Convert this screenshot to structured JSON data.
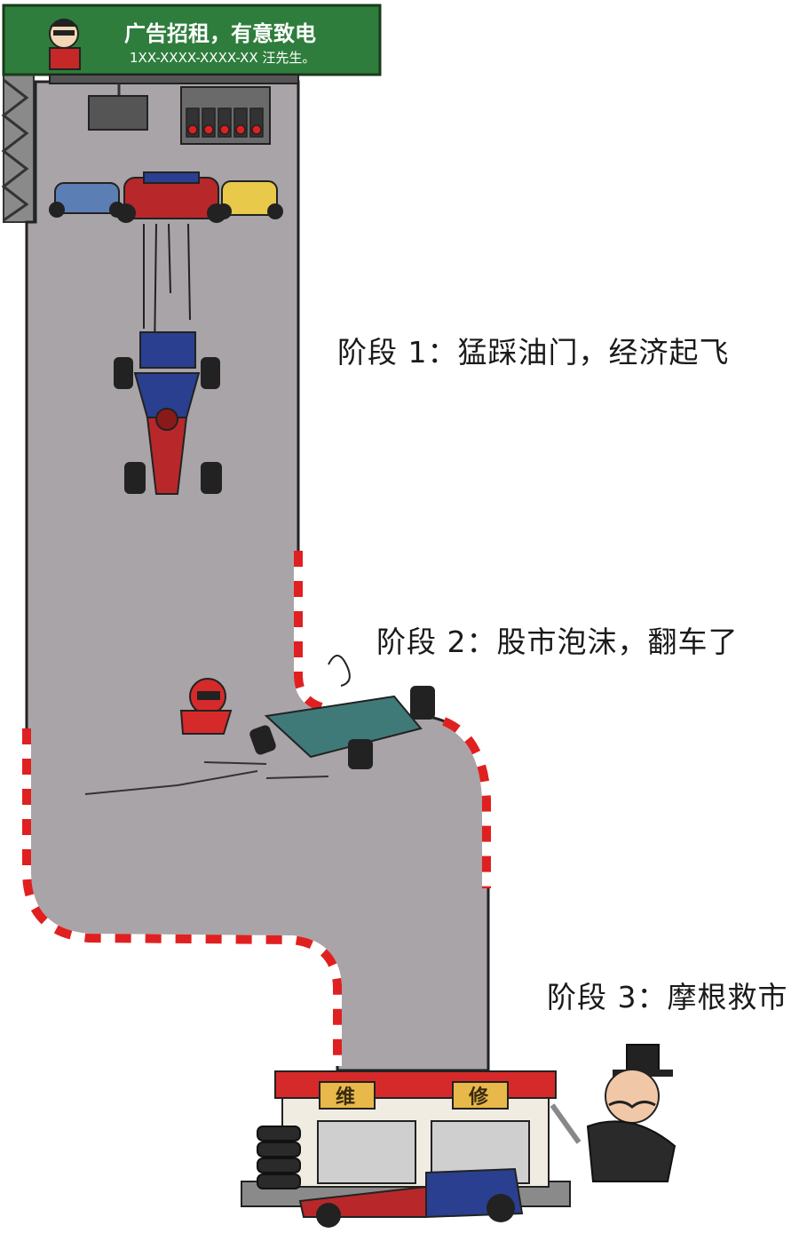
{
  "billboard": {
    "headline": "广告招租，有意致电",
    "phone": "1XX-XXXX-XXXX-XX  汪先生。",
    "color": "#2e7d3c"
  },
  "stages": [
    {
      "label": "阶段 1：猛踩油门，经济起飞"
    },
    {
      "label": "阶段 2：股市泡沫，翻车了"
    },
    {
      "label": "阶段 3：摩根救市"
    }
  ],
  "garage": {
    "sign_left": "维",
    "sign_right": "修",
    "roof_color": "#d62a2a"
  },
  "colors": {
    "track": "#a8a4a8",
    "kerb_red": "#e02020",
    "kerb_white": "#ffffff",
    "car_red": "#b8282a",
    "car_blue": "#2a3f8f"
  }
}
